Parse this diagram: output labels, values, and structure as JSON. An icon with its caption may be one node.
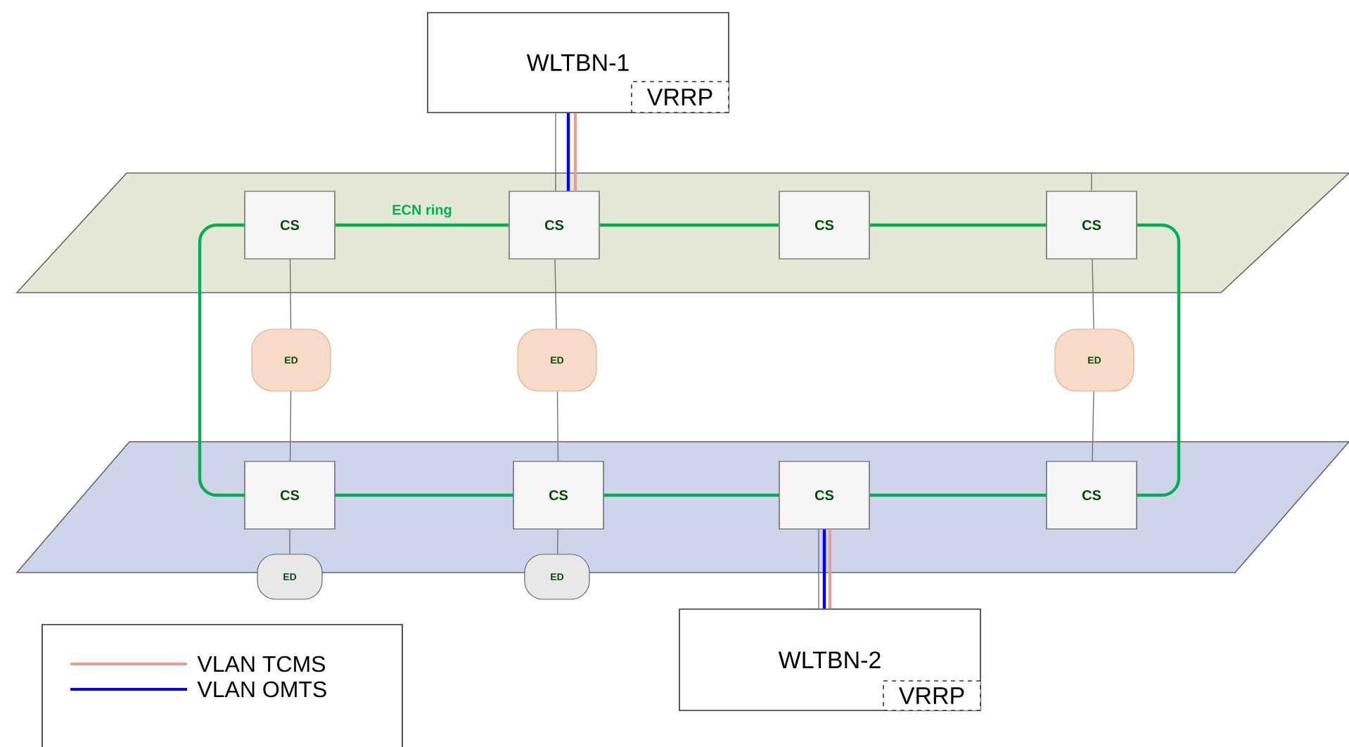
{
  "diagram": {
    "nodes": [
      {
        "text": [
          "WLTBN-1"
        ]
      },
      {
        "text": [
          "VRRP"
        ],
        "in": 0
      },
      {
        "text": [],
        "shape": "parallelogram"
      },
      {
        "text": [
          "CS"
        ],
        "in": 2
      },
      {
        "text": [
          "CS"
        ],
        "in": 2
      },
      {
        "text": [
          "CS"
        ],
        "in": 2
      },
      {
        "text": [
          "CS"
        ],
        "in": 2
      },
      {
        "text": [
          "ED"
        ]
      },
      {
        "text": [
          "ED"
        ]
      },
      {
        "text": [
          "ED"
        ]
      },
      {
        "text": [],
        "shape": "parallelogram"
      },
      {
        "text": [
          "CS"
        ],
        "in": 10
      },
      {
        "text": [
          "CS"
        ],
        "in": 10
      },
      {
        "text": [
          "CS"
        ],
        "in": 10
      },
      {
        "text": [
          "CS"
        ],
        "in": 10
      },
      {
        "text": [
          "ED"
        ]
      },
      {
        "text": [
          "ED"
        ]
      },
      {
        "text": [
          "WLTBN-2"
        ]
      },
      {
        "text": [
          "VRRP"
        ],
        "in": 17
      }
    ],
    "edges": [
      {
        "from": 0,
        "to": 4,
        "arrow": "none"
      },
      {
        "from": 0,
        "to": 4,
        "arrow": "none",
        "color": "#0000ff"
      },
      {
        "from": 0,
        "to": 4,
        "arrow": "none",
        "color": "#e6a09a"
      },
      {
        "from": 6,
        "to": 2,
        "arrow": "none"
      },
      {
        "from": 3,
        "to": 4,
        "arrow": "none",
        "label": "ECN ring",
        "color": "#00b050"
      },
      {
        "from": 4,
        "to": 5,
        "arrow": "none",
        "color": "#00b050"
      },
      {
        "from": 5,
        "to": 6,
        "arrow": "none",
        "color": "#00b050"
      },
      {
        "from": 6,
        "to": 14,
        "arrow": "none",
        "color": "#00b050"
      },
      {
        "from": 14,
        "to": 13,
        "arrow": "none",
        "color": "#00b050"
      },
      {
        "from": 13,
        "to": 12,
        "arrow": "none",
        "color": "#00b050"
      },
      {
        "from": 12,
        "to": 11,
        "arrow": "none",
        "color": "#00b050"
      },
      {
        "from": 11,
        "to": 3,
        "arrow": "none",
        "color": "#00b050"
      },
      {
        "from": 3,
        "to": 7,
        "arrow": "none"
      },
      {
        "from": 7,
        "to": 11,
        "arrow": "none"
      },
      {
        "from": 4,
        "to": 8,
        "arrow": "none"
      },
      {
        "from": 8,
        "to": 12,
        "arrow": "none"
      },
      {
        "from": 6,
        "to": 9,
        "arrow": "none"
      },
      {
        "from": 9,
        "to": 14,
        "arrow": "none"
      },
      {
        "from": 11,
        "to": 15,
        "arrow": "none"
      },
      {
        "from": 12,
        "to": 16,
        "arrow": "none"
      },
      {
        "from": 13,
        "to": 17,
        "arrow": "none"
      },
      {
        "from": 13,
        "to": 17,
        "arrow": "none",
        "color": "#0000ff"
      },
      {
        "from": 13,
        "to": 17,
        "arrow": "none",
        "color": "#e6a09a"
      }
    ],
    "legend": [
      {
        "text": "VLAN TCMS"
      },
      {
        "text": "VLAN OMTS"
      }
    ]
  }
}
